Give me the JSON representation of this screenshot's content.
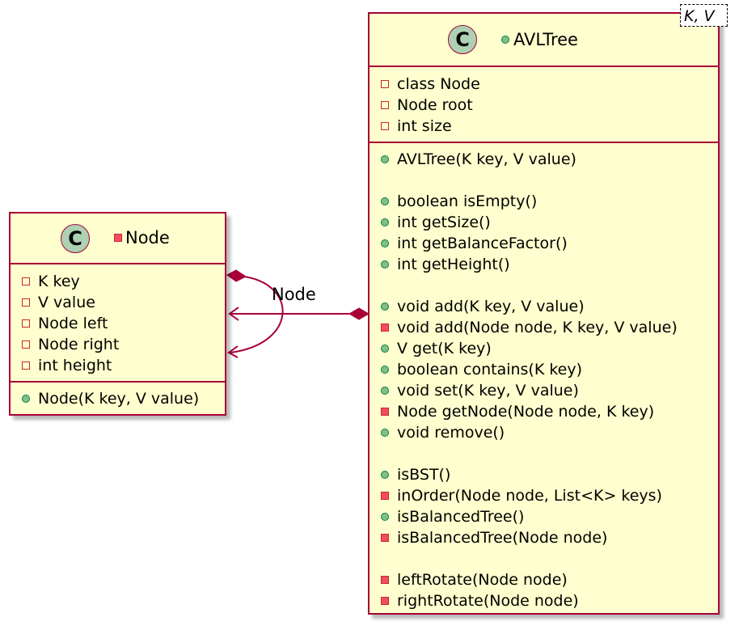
{
  "classes": {
    "node": {
      "name": "Node",
      "icon": "C",
      "visibility": "private",
      "fields": [
        {
          "vis": "private",
          "text": "K key"
        },
        {
          "vis": "private",
          "text": "V value"
        },
        {
          "vis": "private",
          "text": "Node left"
        },
        {
          "vis": "private",
          "text": "Node right"
        },
        {
          "vis": "private",
          "text": "int height"
        }
      ],
      "methods": [
        {
          "vis": "public",
          "text": "Node(K key, V value)"
        }
      ]
    },
    "avltree": {
      "name": "AVLTree",
      "icon": "C",
      "visibility": "public",
      "type_params": "K, V",
      "fields": [
        {
          "vis": "private",
          "text": "class Node"
        },
        {
          "vis": "private",
          "text": "Node root"
        },
        {
          "vis": "private",
          "text": "int size"
        }
      ],
      "methods": [
        {
          "vis": "public",
          "text": "AVLTree(K key, V value)"
        },
        {
          "vis": "gap",
          "text": ""
        },
        {
          "vis": "public",
          "text": "boolean isEmpty()"
        },
        {
          "vis": "public",
          "text": "int getSize()"
        },
        {
          "vis": "public",
          "text": "int getBalanceFactor()"
        },
        {
          "vis": "public",
          "text": "int getHeight()"
        },
        {
          "vis": "gap",
          "text": ""
        },
        {
          "vis": "public",
          "text": "void add(K key, V value)"
        },
        {
          "vis": "private",
          "text": "void add(Node node, K key, V value)"
        },
        {
          "vis": "public",
          "text": "V get(K key)"
        },
        {
          "vis": "public",
          "text": "boolean contains(K key)"
        },
        {
          "vis": "public",
          "text": "void set(K key, V value)"
        },
        {
          "vis": "private",
          "text": "Node getNode(Node node, K key)"
        },
        {
          "vis": "public",
          "text": "void remove()"
        },
        {
          "vis": "gap",
          "text": ""
        },
        {
          "vis": "public",
          "text": "isBST()"
        },
        {
          "vis": "private",
          "text": "inOrder(Node node, List<K> keys)"
        },
        {
          "vis": "public",
          "text": "isBalancedTree()"
        },
        {
          "vis": "private",
          "text": "isBalancedTree(Node node)"
        },
        {
          "vis": "gap",
          "text": ""
        },
        {
          "vis": "private",
          "text": "leftRotate(Node node)"
        },
        {
          "vis": "private",
          "text": "rightRotate(Node node)"
        }
      ]
    }
  },
  "relations": [
    {
      "from": "AVLTree",
      "to": "Node",
      "kind": "composition",
      "label": "Node"
    },
    {
      "from": "Node",
      "to": "Node",
      "kind": "composition",
      "label": ""
    }
  ],
  "colors": {
    "class_bg": "#fefece",
    "border": "#a80036",
    "class_icon_bg": "#add1b2",
    "private_marker": "#c82930",
    "public_marker": "#038048"
  }
}
